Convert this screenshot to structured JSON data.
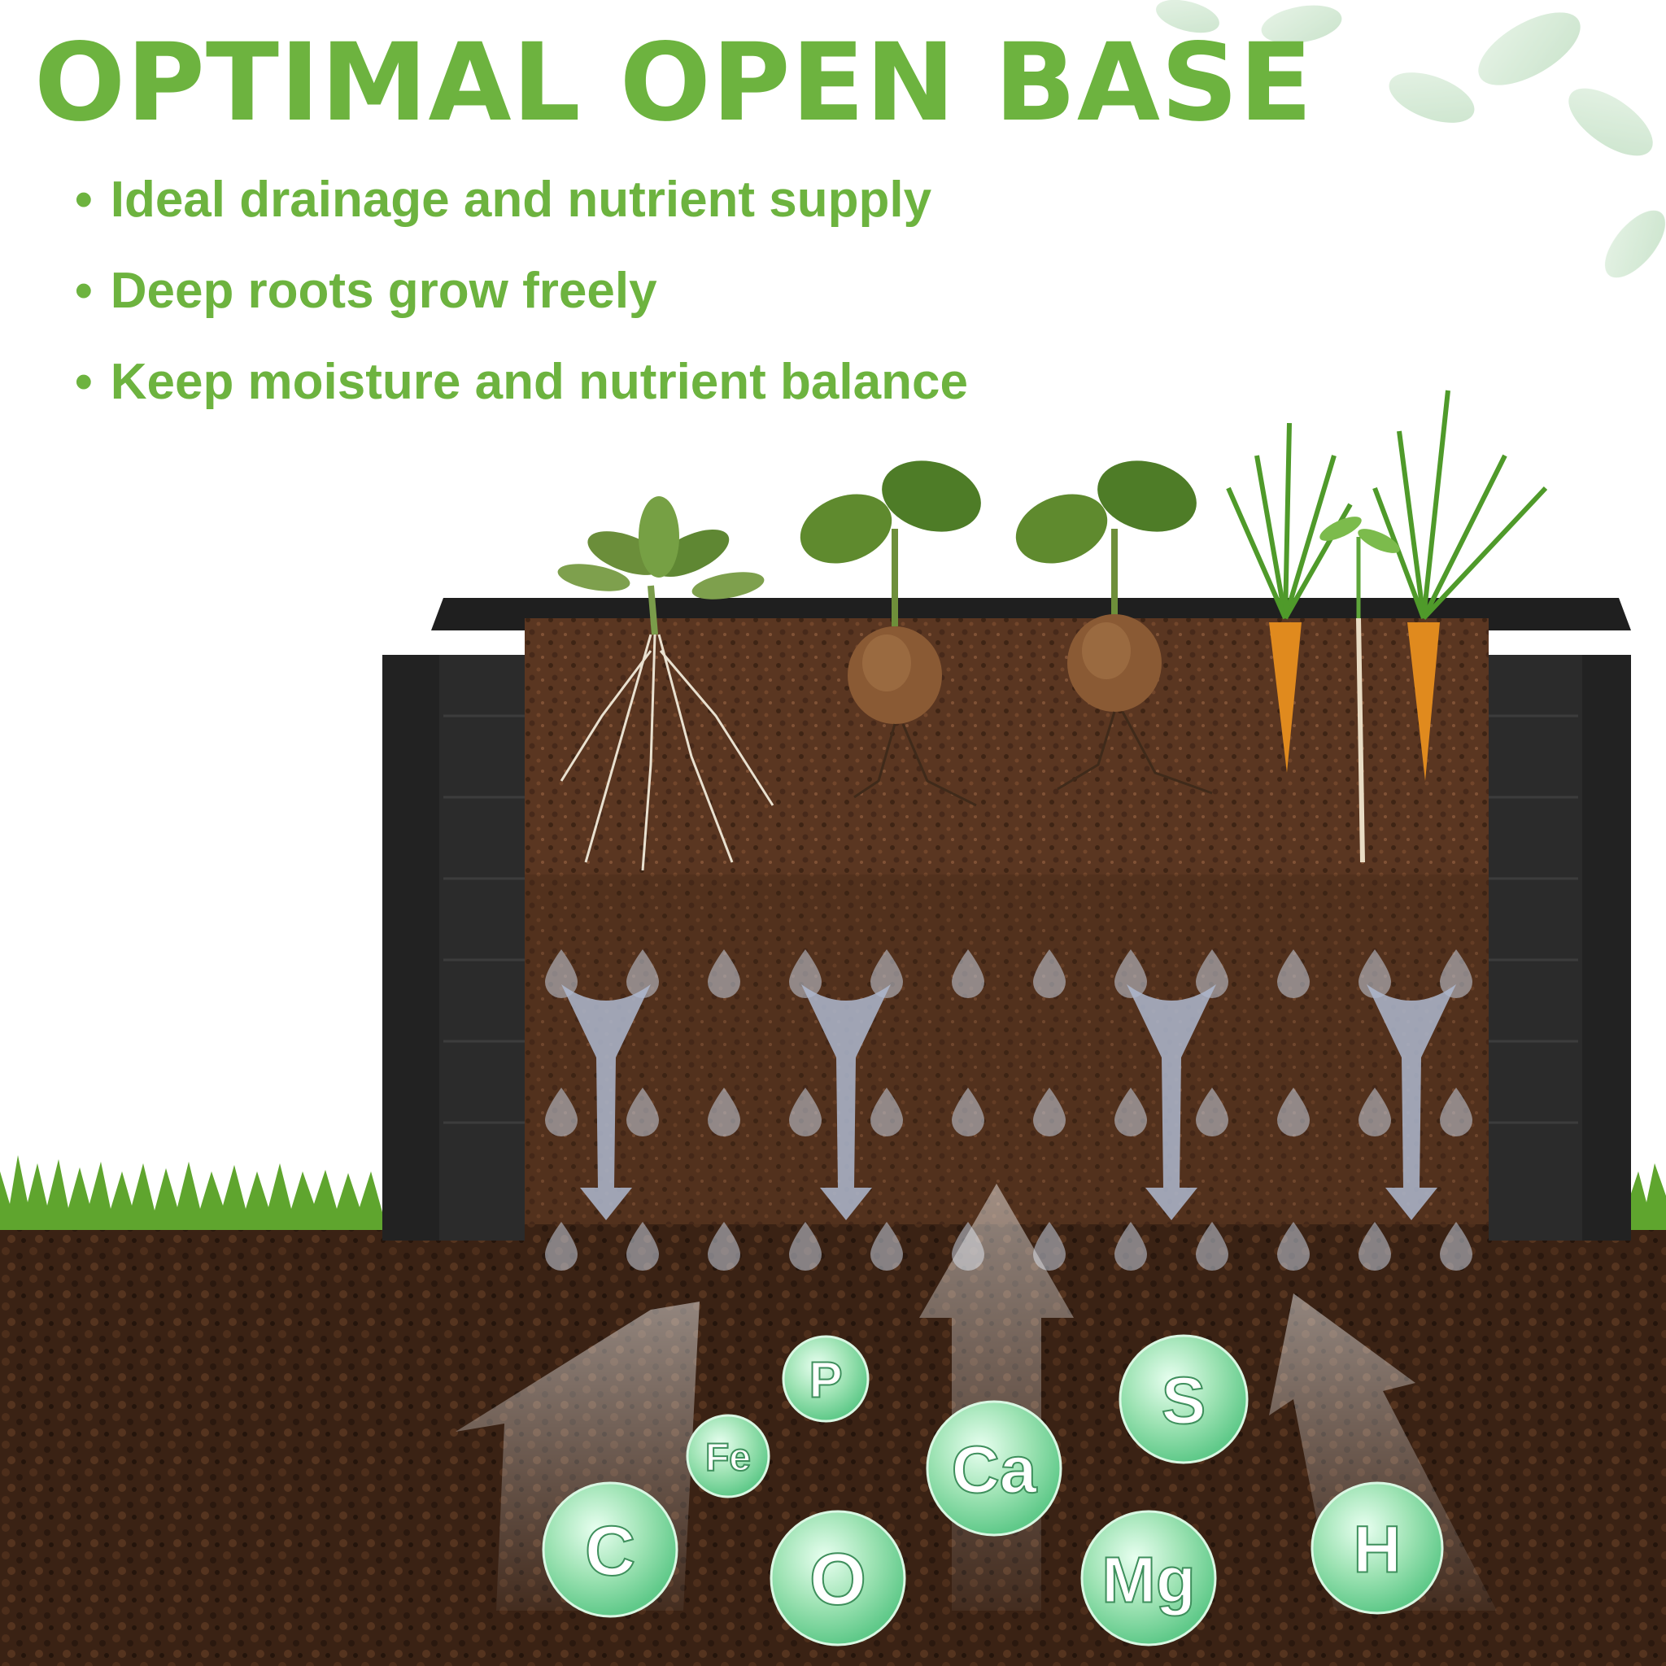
{
  "headline": "OPTIMAL OPEN BASE",
  "features": [
    "Ideal drainage and nutrient supply",
    "Deep roots grow freely",
    "Keep moisture and nutrient balance"
  ],
  "bullet_symbol": "•",
  "nutrients": [
    "P",
    "Fe",
    "C",
    "O",
    "Ca",
    "S",
    "Mg",
    "H"
  ],
  "colors": {
    "headline_green": "#6db33f",
    "soil_dark": "#3a2214",
    "soil_mid": "#5a3621",
    "bed_frame": "#2b2b2b",
    "water_arrow": "#aeb9cf",
    "nutrient_bubble": "#9ee3b4",
    "grass": "#5fa52e"
  },
  "icons": [
    "leaf-icon",
    "water-drop-icon",
    "arrow-down-icon",
    "arrow-up-icon",
    "carrot-icon",
    "radish-icon"
  ]
}
